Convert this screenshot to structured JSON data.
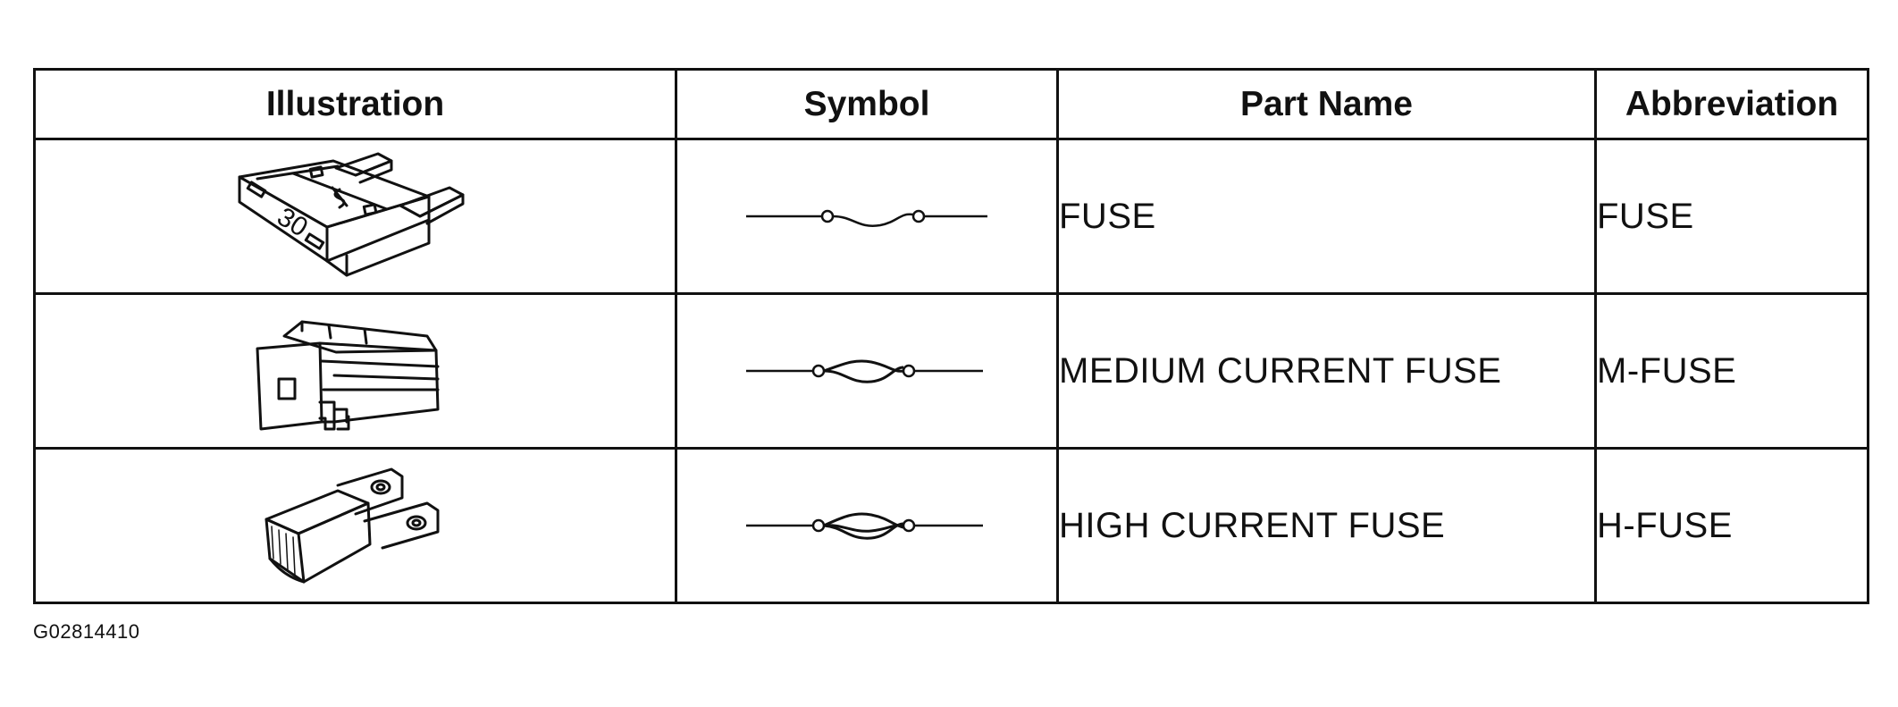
{
  "table": {
    "headers": {
      "illustration": "Illustration",
      "symbol": "Symbol",
      "part_name": "Part Name",
      "abbreviation": "Abbreviation"
    },
    "rows": [
      {
        "part_name": "FUSE",
        "abbreviation": "FUSE",
        "illustration_icon": "blade-fuse-icon",
        "illustration_label": "30",
        "symbol_icon": "fuse-symbol-icon"
      },
      {
        "part_name": "MEDIUM CURRENT FUSE",
        "abbreviation": "M-FUSE",
        "illustration_icon": "medium-current-fuse-icon",
        "symbol_icon": "medium-current-fuse-symbol-icon"
      },
      {
        "part_name": "HIGH CURRENT FUSE",
        "abbreviation": "H-FUSE",
        "illustration_icon": "high-current-fuse-icon",
        "symbol_icon": "high-current-fuse-symbol-icon"
      }
    ]
  },
  "figure_id": "G02814410",
  "colors": {
    "line": "#111111",
    "background": "#ffffff"
  }
}
